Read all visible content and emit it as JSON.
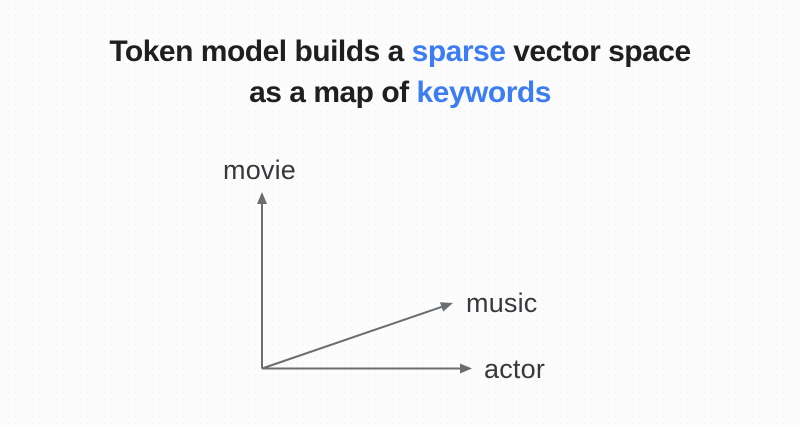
{
  "title": {
    "line1": [
      {
        "text": "Token model builds a ",
        "accent": false
      },
      {
        "text": "sparse",
        "accent": true
      },
      {
        "text": " vector space",
        "accent": false
      }
    ],
    "line2": [
      {
        "text": "as a map of ",
        "accent": false
      },
      {
        "text": "keywords",
        "accent": true
      }
    ]
  },
  "diagram": {
    "type": "vector-space-axes",
    "arrow_color": "#6b6e70",
    "label_color": "#37393c",
    "axes": [
      {
        "label": "movie",
        "direction": "up"
      },
      {
        "label": "music",
        "direction": "diagonal-up-right"
      },
      {
        "label": "actor",
        "direction": "right"
      }
    ]
  },
  "colors": {
    "accent_blue": "#3c7df4",
    "title_text": "#1f1f1f",
    "background": "#fcfcfc"
  }
}
